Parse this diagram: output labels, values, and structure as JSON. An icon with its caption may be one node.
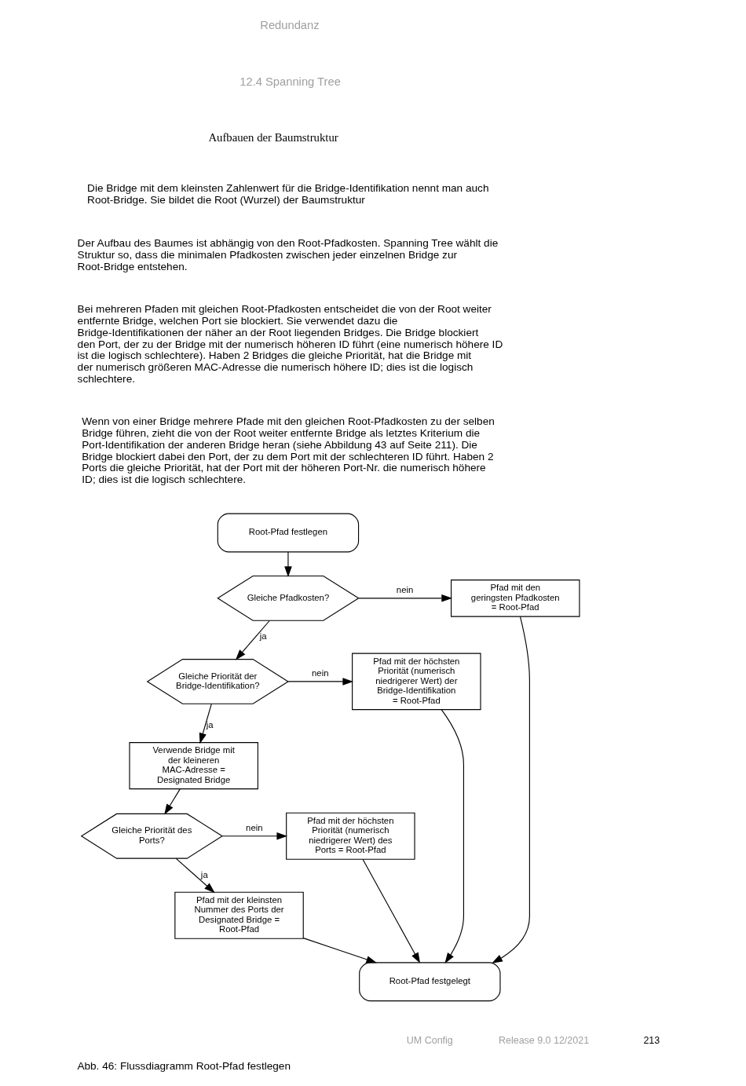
{
  "diagram": {
    "caption": "Abb. 46: Flussdiagramm Root-Pfad festlegen",
    "nodes": [
      {
        "text": [
          "Root-Pfad festlegen"
        ]
      },
      {
        "text": [
          "Gleiche Pfadkosten?"
        ]
      },
      {
        "text": [
          "Pfad mit den geringsten Pfadkosten = Root-Pfad"
        ]
      },
      {
        "text": [
          "Gleiche Priorität der Bridge-Identifikation?"
        ]
      },
      {
        "text": [
          "Pfad mit der höchsten Priorität (numerisch niedrigerer Wert) der Bridge-Identifikation = Root-Pfad"
        ]
      },
      {
        "text": [
          "Verwende Bridge mit der kleineren MAC-Adresse = Designated Bridge"
        ]
      },
      {
        "text": [
          "Gleiche Priorität des Ports?"
        ]
      },
      {
        "text": [
          "Pfad mit der höchsten Priorität (numerisch niedrigerer Wert) des Ports = Root-Pfad"
        ]
      },
      {
        "text": [
          "Pfad mit der kleinsten Nummer des Ports der Designated Bridge = Root-Pfad"
        ]
      },
      {
        "text": [
          "Root-Pfad festgelegt"
        ]
      }
    ],
    "edges": [
      {
        "from": 0,
        "to": 1,
        "arrow": "to"
      },
      {
        "from": 1,
        "to": 2,
        "arrow": "to",
        "label": "nein"
      },
      {
        "from": 1,
        "to": 3,
        "arrow": "to",
        "label": "ja"
      },
      {
        "from": 3,
        "to": 4,
        "arrow": "to",
        "label": "nein"
      },
      {
        "from": 3,
        "to": 5,
        "arrow": "to",
        "label": "ja"
      },
      {
        "from": 5,
        "to": 6,
        "arrow": "to"
      },
      {
        "from": 6,
        "to": 7,
        "arrow": "to",
        "label": "nein"
      },
      {
        "from": 6,
        "to": 8,
        "arrow": "to",
        "label": "ja"
      },
      {
        "from": 2,
        "to": 9,
        "arrow": "to"
      },
      {
        "from": 4,
        "to": 9,
        "arrow": "to"
      },
      {
        "from": 7,
        "to": 9,
        "arrow": "to"
      },
      {
        "from": 8,
        "to": 9,
        "arrow": "to"
      }
    ],
    "labels": [
      "Redundanz",
      "12.4 Spanning Tree",
      "Aufbauen der Baumstruktur",
      "Die Bridge mit dem kleinsten Zahlenwert für die Bridge-Identifikation nennt man auch Root-Bridge. Sie bildet die Root (Wurzel) der Baumstruktur",
      "Der Aufbau des Baumes ist abhängig von den Root-Pfadkosten. Spanning Tree wählt die Struktur so, dass die minimalen Pfadkosten zwischen jeder einzelnen Bridge zur Root-Bridge entstehen.",
      "Bei mehreren Pfaden mit gleichen Root-Pfadkosten entscheidet die von der Root weiter entfernte Bridge, welchen Port sie blockiert. Sie verwendet dazu die Bridge-Identifikationen der näher an der Root liegenden Bridges. Die Bridge blockiert den Port, der zu der Bridge mit der numerisch höheren ID führt (eine numerisch höhere ID ist die logisch schlechtere). Haben 2 Bridges die gleiche Priorität, hat die Bridge mit der numerisch größeren MAC-Adresse die numerisch höhere ID; dies ist die logisch schlechtere.",
      "Wenn von einer Bridge mehrere Pfade mit den gleichen Root-Pfadkosten zu der selben Bridge führen, zieht die von der Root weiter entfernte Bridge als letztes Kriterium die Port-Identifikation der anderen Bridge heran (siehe Abbildung 43 auf Seite 211). Die Bridge blockiert dabei den Port, der zu dem Port mit der schlechteren ID führt. Haben 2 Ports die gleiche Priorität, hat der Port mit der höheren Port-Nr. die numerisch höhere ID; dies ist die logisch schlechtere.",
      "UM Config",
      "Release 9.0 12/2021",
      "213"
    ]
  }
}
